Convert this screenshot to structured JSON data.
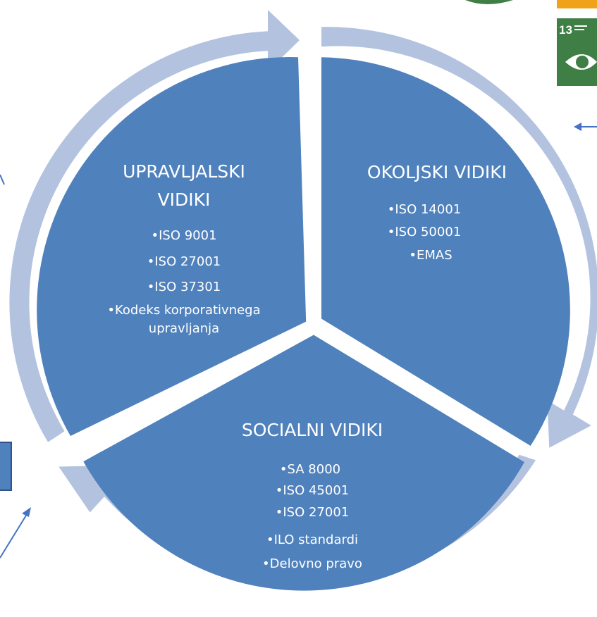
{
  "colors": {
    "segment_fill": "#4f81bd",
    "arrow_fill": "#b3c3df",
    "text": "#ffffff",
    "accent_arrow": "#4472c4",
    "sdg_green": "#3f7e44",
    "sdg_yellow": "#f0a21b"
  },
  "segments": {
    "upravljalski": {
      "title_line1": "UPRAVLJALSKI",
      "title_line2": "VIDIKI",
      "items": [
        "•ISO 9001",
        "•ISO 27001",
        "•ISO 37301",
        "•Kodeks korporativnega",
        "upravljanja"
      ]
    },
    "okoljski": {
      "title": "OKOLJSKI VIDIKI",
      "items": [
        "•ISO 14001",
        "•ISO 50001",
        "•EMAS"
      ]
    },
    "socialni": {
      "title": "SOCIALNI VIDIKI",
      "items": [
        "•SA 8000",
        "•ISO 45001",
        "•ISO 27001",
        "•ILO standardi",
        "•Delovno pravo"
      ]
    }
  },
  "sdg_tile": {
    "number": "13",
    "icon": "eye-earth-icon"
  }
}
